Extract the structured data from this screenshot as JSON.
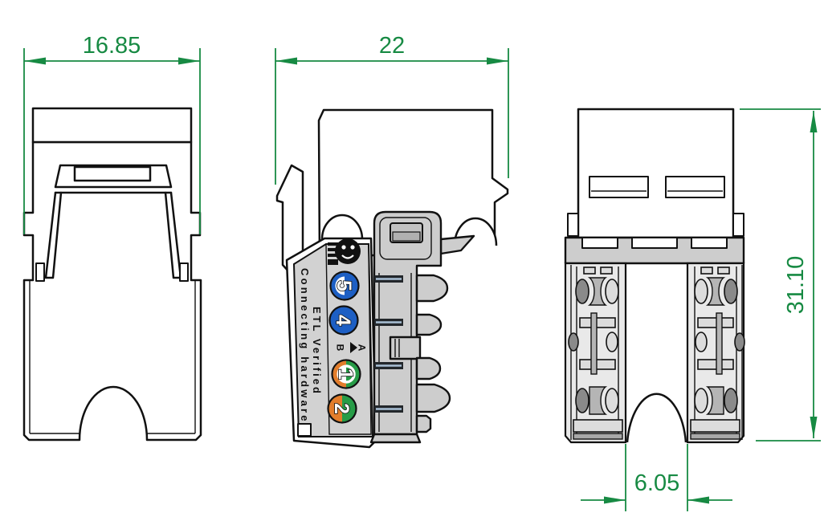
{
  "dimensions": {
    "front_width": "16.85",
    "side_depth": "22",
    "rear_height": "31.10",
    "slot_width": "6.05"
  },
  "label": {
    "line1": "ETL Verified",
    "line2": "Connecting hardware",
    "pos5": "5",
    "pos4": "4",
    "pos1": "1",
    "pos2": "2",
    "wiring_a": "A",
    "wiring_b": "B"
  },
  "colors": {
    "dimension_green": "#178a43",
    "line_black": "#111111",
    "pair_blue": "#1d5fc4",
    "pair_orange": "#e27d2b",
    "pair_green": "#279c47",
    "label_gray": "#d2d2d2",
    "part_gray": "#cdcdcd",
    "dark_gray": "#8a8a8a",
    "background": "#ffffff"
  }
}
